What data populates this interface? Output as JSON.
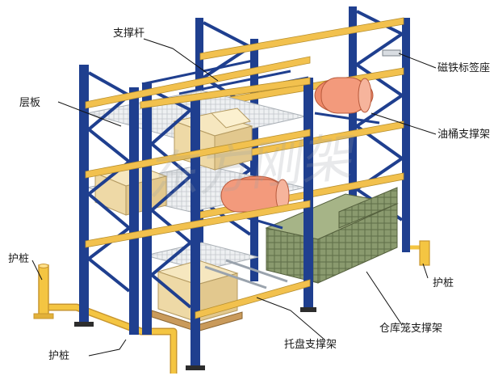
{
  "labels": {
    "support_bar": "支撑杆",
    "shelf_board": "层板",
    "magnet_label_seat": "磁铁标签座",
    "drum_support": "油桶支撑架",
    "guard_post_left": "护桩",
    "guard_post_right": "护桩",
    "guard_post_bottom": "护桩",
    "pallet_support": "托盘支撑架",
    "cage_support": "仓库笼支撑架"
  },
  "watermark": "东方刚架",
  "colors": {
    "upright_blue": "#1f3f8f",
    "beam_yellow": "#f2c14e",
    "drum_orange": "#f08a6a",
    "box_tan": "#f0dfb1",
    "cage_green": "#7d8f63",
    "guard_yellow": "#f4c542",
    "mesh_gray": "#d5d8dc"
  }
}
